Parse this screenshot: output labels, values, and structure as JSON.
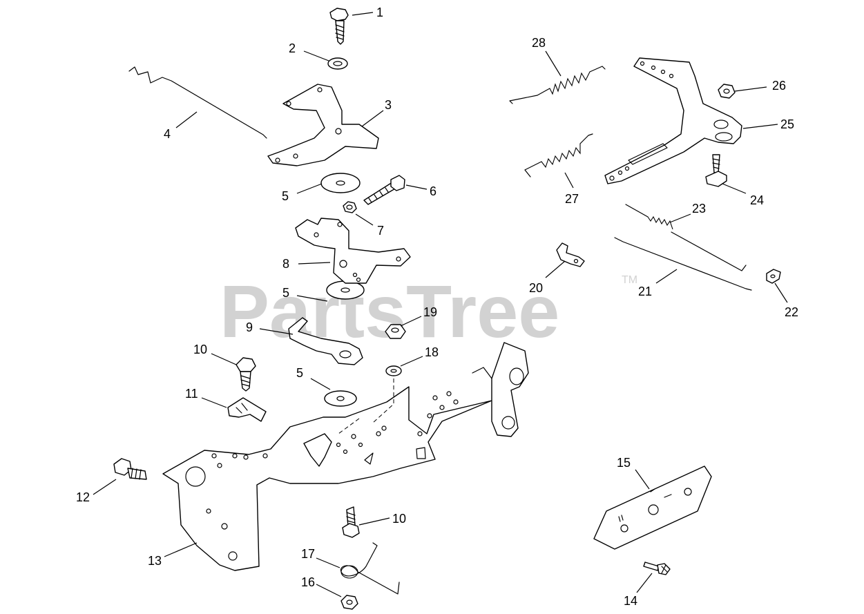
{
  "watermark": {
    "text": "PartsTree",
    "trademark": "TM",
    "color": "#d2d2d2"
  },
  "callouts": {
    "c1": "1",
    "c2": "2",
    "c3": "3",
    "c4": "4",
    "c5a": "5",
    "c5b": "5",
    "c5c": "5",
    "c6": "6",
    "c7": "7",
    "c8": "8",
    "c9": "9",
    "c10a": "10",
    "c10b": "10",
    "c11": "11",
    "c12": "12",
    "c13": "13",
    "c14": "14",
    "c15": "15",
    "c16": "16",
    "c17": "17",
    "c18": "18",
    "c19": "19",
    "c20": "20",
    "c21": "21",
    "c22": "22",
    "c23": "23",
    "c24": "24",
    "c25": "25",
    "c26": "26",
    "c27": "27",
    "c28": "28"
  }
}
